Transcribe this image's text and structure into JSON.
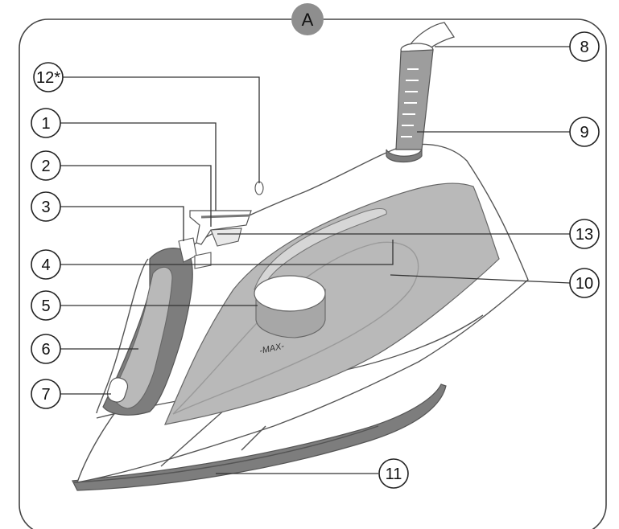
{
  "figure": {
    "label": "A",
    "tank_marking": "-MAX-"
  },
  "colors": {
    "tank_gray": "#b9b9b9",
    "dark_gray": "#7d7d7d",
    "line": "#555555",
    "label_bg": "#8e8e8e"
  },
  "callouts": [
    {
      "id": "12",
      "text": "12*"
    },
    {
      "id": "1",
      "text": "1"
    },
    {
      "id": "2",
      "text": "2"
    },
    {
      "id": "3",
      "text": "3"
    },
    {
      "id": "4",
      "text": "4"
    },
    {
      "id": "5",
      "text": "5"
    },
    {
      "id": "6",
      "text": "6"
    },
    {
      "id": "7",
      "text": "7"
    },
    {
      "id": "8",
      "text": "8"
    },
    {
      "id": "9",
      "text": "9"
    },
    {
      "id": "13",
      "text": "13"
    },
    {
      "id": "10",
      "text": "10"
    },
    {
      "id": "11",
      "text": "11"
    }
  ]
}
